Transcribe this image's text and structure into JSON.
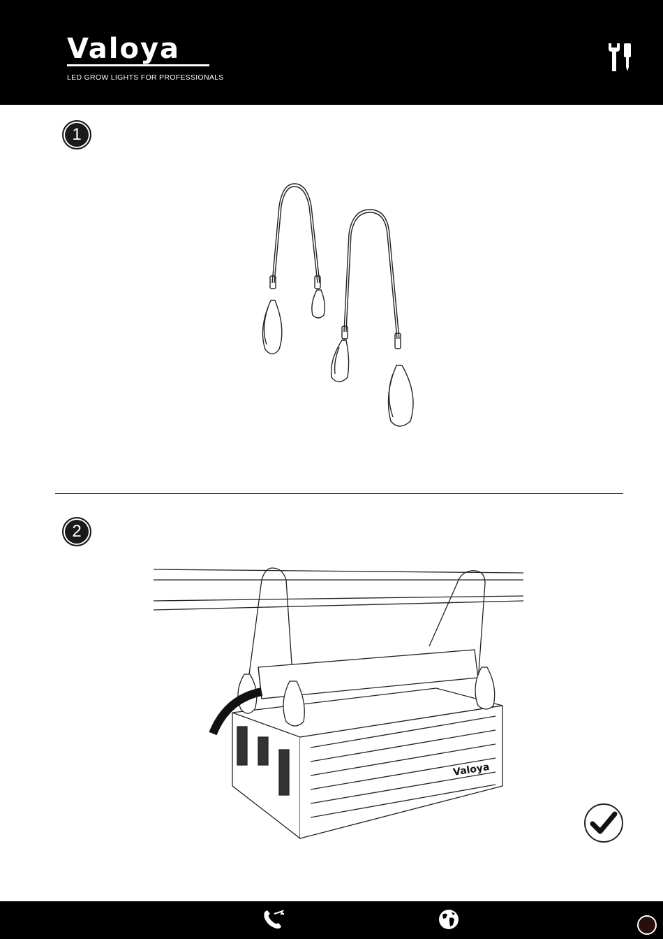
{
  "header": {
    "brand": "Valoya",
    "tagline": "LED GROW LIGHTS FOR PROFESSIONALS",
    "tools_icon": "wrench-screwdriver-icon"
  },
  "steps": [
    {
      "number": "1",
      "illustration_icon": "hanging-slings-with-carabiners"
    },
    {
      "number": "2",
      "illustration_icon": "led-fixture-hung-from-beam"
    }
  ],
  "fixture_brand": "Valoya",
  "status_icon": "checkmark-circle-icon",
  "footer": {
    "phone_icon": "phone-icon",
    "globe_icon": "globe-icon",
    "page_indicator_icon": "circle-icon"
  },
  "colors": {
    "header_bg": "#000000",
    "footer_bg": "#000000",
    "badge_bg": "#1a1a1a"
  }
}
